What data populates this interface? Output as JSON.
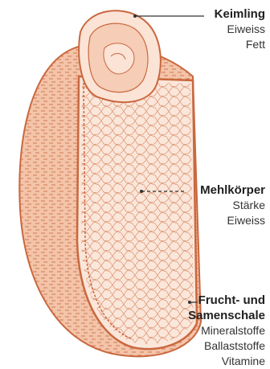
{
  "labels": {
    "keimling": {
      "title": "Keimling",
      "items": [
        "Eiweiss",
        "Fett"
      ]
    },
    "mehlkoerper": {
      "title": "Mehlkörper",
      "items": [
        "Stärke",
        "Eiweiss"
      ]
    },
    "frucht": {
      "title_line1": "Frucht- und",
      "title_line2": "Samenschale",
      "items": [
        "Mineralstoffe",
        "Ballaststoffe",
        "Vitamine"
      ]
    }
  },
  "colors": {
    "outline": "#c9683f",
    "fill_light": "#fbe3d6",
    "fill_mid": "#f4c9b0",
    "line": "#333333"
  }
}
